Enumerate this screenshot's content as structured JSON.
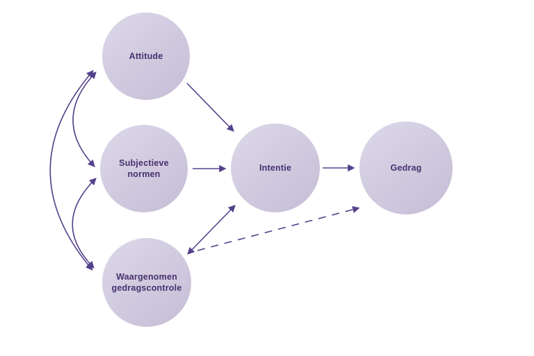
{
  "nodes": {
    "attitude": {
      "label": "Attitude"
    },
    "subjectieve_normen": {
      "label": "Subjectieve\nnormen"
    },
    "waargenomen_gedragscontrole": {
      "label": "Waargenomen\ngedragscontrole"
    },
    "intentie": {
      "label": "Intentie"
    },
    "gedrag": {
      "label": "Gedrag"
    }
  },
  "edges": [
    {
      "from": "attitude",
      "to": "intentie",
      "style": "solid-straight",
      "arrowheads": "end"
    },
    {
      "from": "subjectieve_normen",
      "to": "intentie",
      "style": "solid-straight",
      "arrowheads": "end"
    },
    {
      "from": "waargenomen_gedragscontrole",
      "to": "intentie",
      "style": "solid-straight",
      "arrowheads": "both"
    },
    {
      "from": "intentie",
      "to": "gedrag",
      "style": "solid-straight",
      "arrowheads": "end"
    },
    {
      "from": "waargenomen_gedragscontrole",
      "to": "gedrag",
      "style": "dashed-straight",
      "arrowheads": "end"
    },
    {
      "from": "attitude",
      "to": "subjectieve_normen",
      "style": "solid-curved-left",
      "arrowheads": "both"
    },
    {
      "from": "subjectieve_normen",
      "to": "waargenomen_gedragscontrole",
      "style": "solid-curved-left",
      "arrowheads": "both"
    },
    {
      "from": "attitude",
      "to": "waargenomen_gedragscontrole",
      "style": "solid-curved-left-outer",
      "arrowheads": "both"
    }
  ],
  "theme": {
    "background_color": "#ffffff",
    "node_fill_light": "#dad6e7",
    "node_fill_dark": "#c7bed7",
    "node_text_color": "#46316e",
    "arrow_color": "#54418b"
  }
}
